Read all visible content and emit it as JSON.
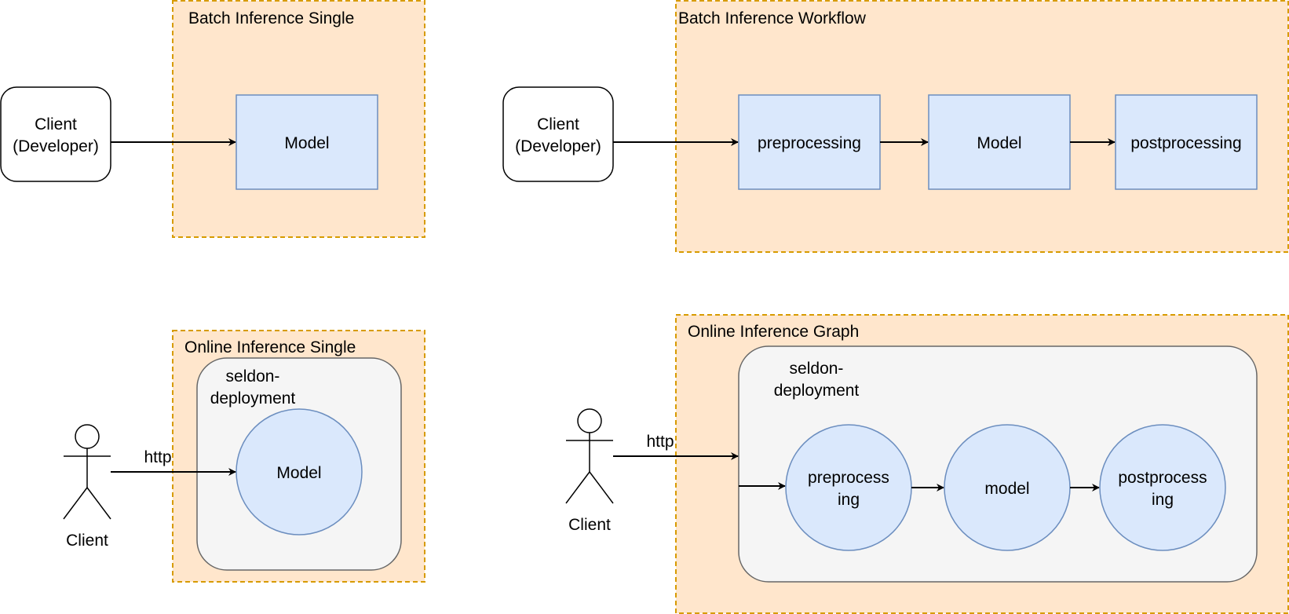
{
  "colors": {
    "zone_fill": "#ffe6cc",
    "zone_border": "#d79b00",
    "node_fill": "#dae8fc",
    "node_border": "#6c8ebf",
    "container_fill": "#f5f5f5",
    "container_border": "#666666",
    "line": "#000000"
  },
  "batch_single": {
    "title": "Batch Inference Single",
    "client_line1": "Client",
    "client_line2": "(Developer)",
    "model_label": "Model"
  },
  "batch_workflow": {
    "title": "Batch Inference Workflow",
    "client_line1": "Client",
    "client_line2": "(Developer)",
    "step1_label": "preprocessing",
    "step2_label": "Model",
    "step3_label": "postprocessing"
  },
  "online_single": {
    "title": "Online Inference Single",
    "container_line1": "seldon-",
    "container_line2": "deployment",
    "model_label": "Model",
    "client_label": "Client",
    "edge_label": "http"
  },
  "online_graph": {
    "title": "Online Inference Graph",
    "container_line1": "seldon-",
    "container_line2": "deployment",
    "node1_line1": "preprocess",
    "node1_line2": "ing",
    "node2_label": "model",
    "node3_line1": "postprocess",
    "node3_line2": "ing",
    "client_label": "Client",
    "edge_label": "http"
  }
}
